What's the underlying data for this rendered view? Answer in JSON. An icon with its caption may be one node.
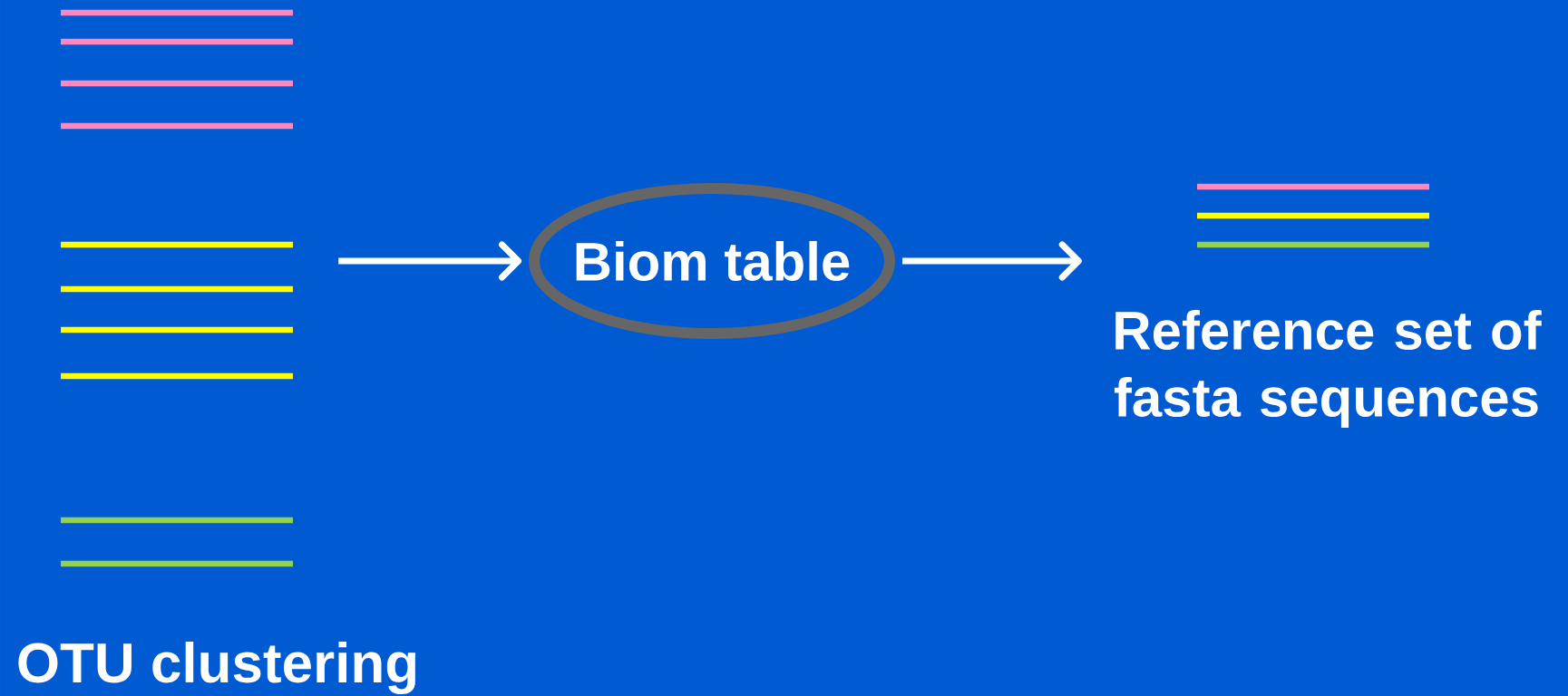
{
  "diagram": {
    "nodes": [
      {
        "text": [
          "OTU clustering"
        ]
      },
      {
        "text": [
          "Biom table"
        ]
      },
      {
        "text": [
          "Reference set of fasta sequences"
        ]
      }
    ],
    "edges": [
      {
        "from": 0,
        "to": 1,
        "arrow": "to"
      },
      {
        "from": 1,
        "to": 2,
        "arrow": "to"
      }
    ]
  }
}
